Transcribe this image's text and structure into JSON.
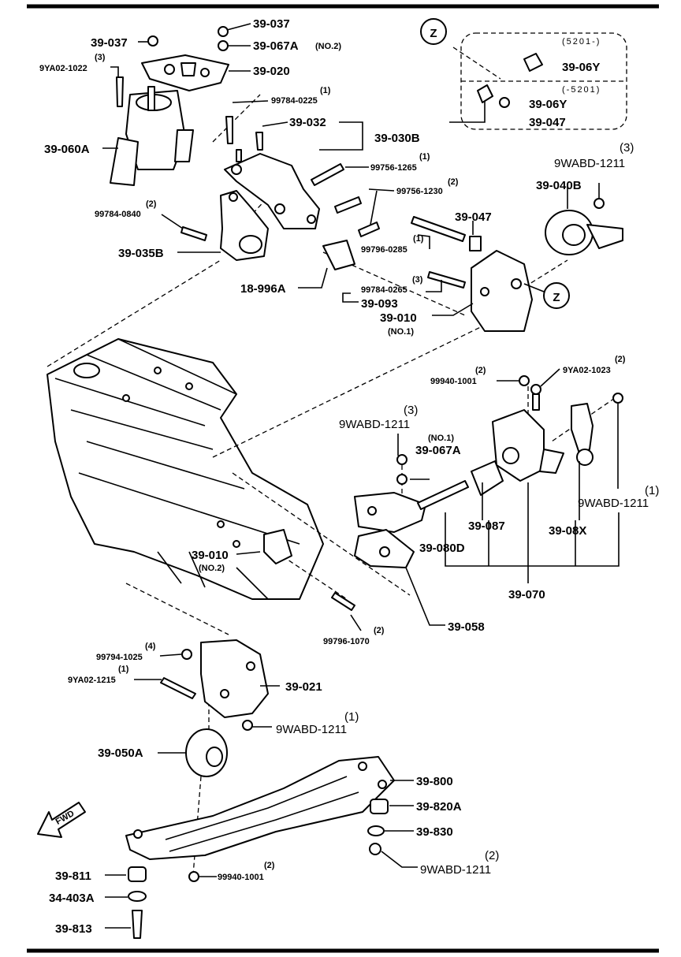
{
  "labels": {
    "p39_037_top": "39-037",
    "p39_037_left": "39-037",
    "p39_067a_top": "39-067A",
    "no2_top": "(NO.2)",
    "p39_020": "39-020",
    "q3_a": "(3)",
    "p9ya02_1022": "9YA02-1022",
    "q1_a": "(1)",
    "p99784_0225": "99784-0225",
    "p39_032": "39-032",
    "p39_030b": "39-030B",
    "p39_060a": "39-060A",
    "q1_b": "(1)",
    "p99756_1265": "99756-1265",
    "q2_a": "(2)",
    "p99756_1230": "99756-1230",
    "q2_b": "(2)",
    "p99784_0840": "99784-0840",
    "p39_035b": "39-035B",
    "q1_c": "(1)",
    "p99796_0285": "99796-0285",
    "p39_047_mid": "39-047",
    "p18_996a": "18-996A",
    "q3_b": "(3)",
    "p99784_0265": "99784-0265",
    "p39_093": "39-093",
    "p39_010_no1": "39-010",
    "no1_a": "(NO.1)",
    "z_mark": "Z",
    "z_mark2": "Z",
    "range1": "(5201-)",
    "p39_06y_a": "39-06Y",
    "range2": "(-5201)",
    "p39_06y_b": "39-06Y",
    "p39_047_box": "39-047",
    "q3_c": "(3)",
    "p9wabd_1211_a": "9WABD-1211",
    "p39_040b": "39-040B",
    "q2_c": "(2)",
    "p99940_1001_a": "99940-1001",
    "q2_d": "(2)",
    "p9ya02_1023": "9YA02-1023",
    "q3_d": "(3)",
    "p9wabd_1211_b": "9WABD-1211",
    "no1_b": "(NO.1)",
    "p39_067a_mid": "39-067A",
    "q1_d": "(1)",
    "p9wabd_1211_c": "9WABD-1211",
    "p39_087": "39-087",
    "p39_08x": "39-08X",
    "p39_080d": "39-080D",
    "p39_070": "39-070",
    "p39_010_no2": "39-010",
    "no2_b": "(NO.2)",
    "q2_e": "(2)",
    "p99796_1070": "99796-1070",
    "p39_058": "39-058",
    "q4": "(4)",
    "p99794_1025": "99794-1025",
    "q1_e": "(1)",
    "p9ya02_1215": "9YA02-1215",
    "p39_021": "39-021",
    "q1_f": "(1)",
    "p9wabd_1211_d": "9WABD-1211",
    "p39_050a": "39-050A",
    "p39_800": "39-800",
    "p39_820a": "39-820A",
    "p39_830": "39-830",
    "q2_f": "(2)",
    "p9wabd_1211_e": "9WABD-1211",
    "p39_811": "39-811",
    "q2_g": "(2)",
    "p99940_1001_b": "99940-1001",
    "p34_403a": "34-403A",
    "p39_813": "39-813",
    "fwd": "FWD"
  }
}
